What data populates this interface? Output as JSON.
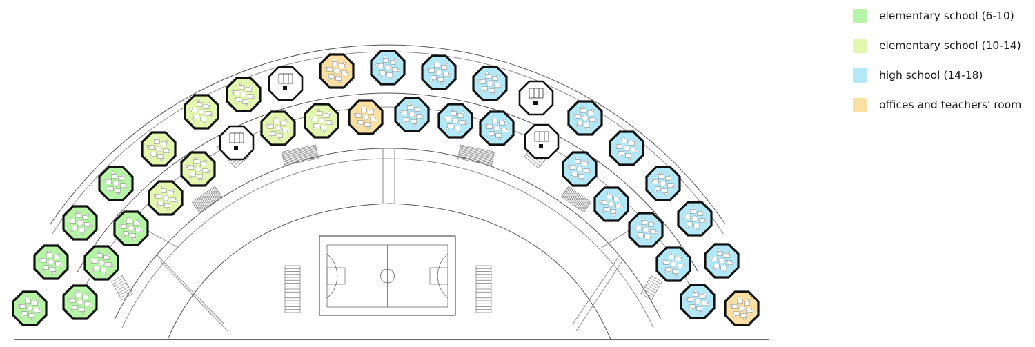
{
  "legend": {
    "items": [
      {
        "label": "elementary school (6-10)",
        "color": "#b7f5a6"
      },
      {
        "label": "elementary school (10-14)",
        "color": "#e3f8ae"
      },
      {
        "label": "high school (14-18)",
        "color": "#b3e8f9"
      },
      {
        "label": "offices and teachers' room",
        "color": "#fbe0a3"
      }
    ]
  },
  "colors": {
    "elementary_6_10": "#b7f5a6",
    "elementary_10_14": "#e3f8ae",
    "high_school": "#b3e8f9",
    "offices": "#fbe0a3",
    "service_core": "#ffffff",
    "wall": "#111111"
  },
  "rooms": {
    "outer_ring": [
      "elementary_6_10",
      "elementary_6_10",
      "elementary_6_10",
      "elementary_6_10",
      "elementary_10_14",
      "elementary_10_14",
      "elementary_10_14",
      "service_core",
      "offices",
      "high_school",
      "high_school",
      "high_school",
      "service_core",
      "high_school",
      "high_school",
      "high_school",
      "high_school",
      "high_school",
      "offices"
    ],
    "inner_ring": [
      "elementary_6_10",
      "elementary_6_10",
      "elementary_6_10",
      "elementary_10_14",
      "elementary_10_14",
      "service_core",
      "elementary_10_14",
      "elementary_10_14",
      "offices",
      "high_school",
      "high_school",
      "high_school",
      "service_core",
      "high_school",
      "high_school",
      "high_school",
      "high_school",
      "high_school"
    ]
  }
}
